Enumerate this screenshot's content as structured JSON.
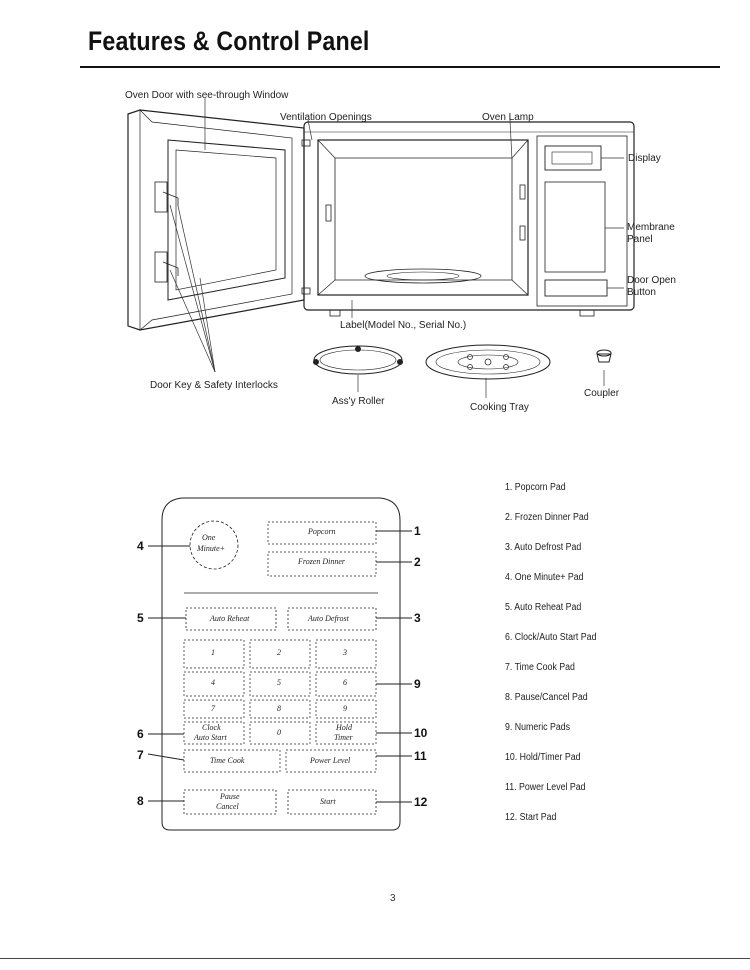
{
  "page": {
    "title": "Features & Control Panel",
    "page_number": "3"
  },
  "oven_diagram": {
    "labels": {
      "oven_door": "Oven Door with see-through Window",
      "ventilation": "Ventilation Openings",
      "oven_lamp": "Oven Lamp",
      "display": "Display",
      "membrane_panel_1": "Membrane",
      "membrane_panel_2": "Panel",
      "door_open_1": "Door Open",
      "door_open_2": "Button",
      "label_plate": "Label(Model No., Serial No.)",
      "door_key": "Door Key & Safety Interlocks",
      "roller": "Ass'y Roller",
      "tray": "Cooking Tray",
      "coupler": "Coupler"
    }
  },
  "control_panel": {
    "pads": {
      "one_minute_1": "One",
      "one_minute_2": "Minute+",
      "popcorn": "Popcorn",
      "frozen_dinner": "Frozen Dinner",
      "auto_reheat": "Auto Reheat",
      "auto_defrost": "Auto Defrost",
      "n1": "1",
      "n2": "2",
      "n3": "3",
      "n4": "4",
      "n5": "5",
      "n6": "6",
      "n7": "7",
      "n8": "8",
      "n9": "9",
      "n0": "0",
      "clock": "Clock",
      "auto_start": "Auto Start",
      "hold": "Hold",
      "timer": "Timer",
      "time_cook": "Time Cook",
      "power_level": "Power Level",
      "pause": "Pause",
      "cancel": "Cancel",
      "start": "Start"
    },
    "callouts": {
      "c1": "1",
      "c2": "2",
      "c3": "3",
      "c4": "4",
      "c5": "5",
      "c6": "6",
      "c7": "7",
      "c8": "8",
      "c9": "9",
      "c10": "10",
      "c11": "11",
      "c12": "12"
    },
    "legend": [
      "1. Popcorn Pad",
      "2. Frozen Dinner Pad",
      "3. Auto Defrost Pad",
      "4. One Minute+ Pad",
      "5. Auto Reheat Pad",
      "6. Clock/Auto Start Pad",
      "7. Time Cook Pad",
      "8. Pause/Cancel Pad",
      "9. Numeric Pads",
      "10. Hold/Timer Pad",
      "11. Power Level Pad",
      "12. Start Pad"
    ]
  }
}
